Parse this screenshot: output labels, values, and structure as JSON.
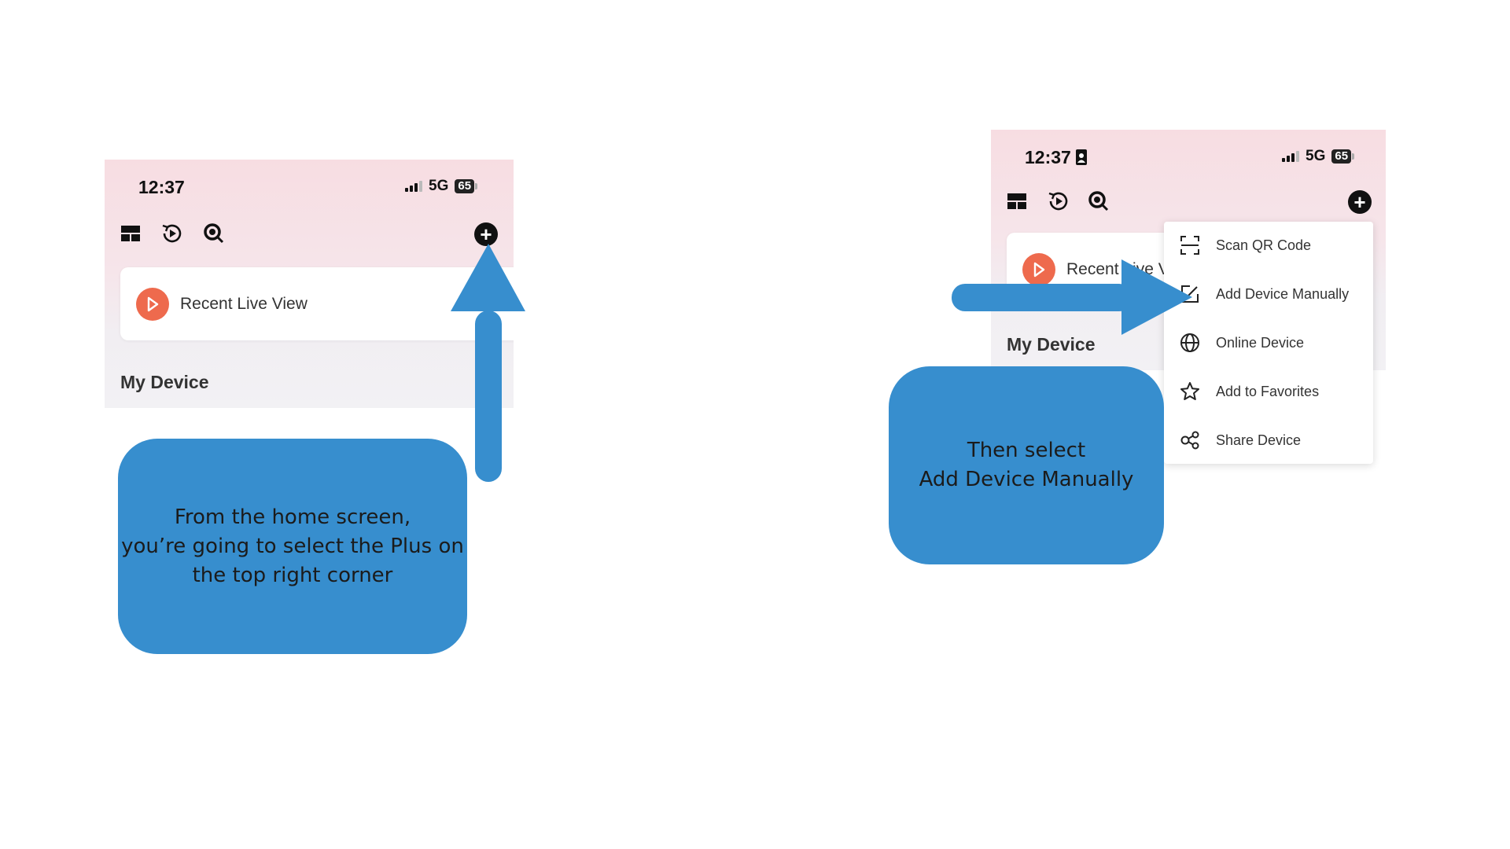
{
  "left_screen": {
    "status": {
      "time": "12:37",
      "network": "5G",
      "battery": "65"
    },
    "recent_card_label": "Recent Live View",
    "section_title": "My Device"
  },
  "right_screen": {
    "status": {
      "time": "12:37",
      "network": "5G",
      "battery": "65"
    },
    "recent_card_label": "Recent Live V",
    "section_title": "My Device",
    "menu": {
      "items": [
        {
          "label": "Scan QR Code",
          "icon": "scan-qr-icon"
        },
        {
          "label": "Add Device Manually",
          "icon": "edit-icon"
        },
        {
          "label": "Online Device",
          "icon": "globe-icon"
        },
        {
          "label": "Add to Favorites",
          "icon": "star-icon"
        },
        {
          "label": "Share Device",
          "icon": "share-icon"
        }
      ]
    }
  },
  "callouts": {
    "left": [
      "From the home screen,",
      "you’re going to select the Plus on",
      "the  top right corner"
    ],
    "right": [
      "Then select",
      "Add Device Manually"
    ]
  },
  "colors": {
    "callout": "#378ece",
    "play_button": "#ee6a4d",
    "header_pink": "#f7dde2"
  }
}
